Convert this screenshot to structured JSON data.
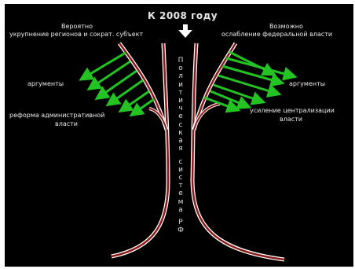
{
  "title": "К 2008 году",
  "left_heading": [
    "Вероятно",
    "укрупнение регионов и сократ. субъект"
  ],
  "right_heading": [
    "Возможно",
    "ослабление федеральной власти"
  ],
  "left_labels": {
    "arguments": "аргументы",
    "reform": [
      "реформа административной",
      "власти"
    ]
  },
  "right_labels": {
    "arguments": "аргументы",
    "strengthening": [
      "усиление централизации",
      "власти"
    ]
  },
  "trunk_text": "Политическая система РФ",
  "colors": {
    "background": "#000000",
    "branch_outline": "#8b1a1a",
    "branch_fill": "#ffffff",
    "arrow": "#22c322",
    "text": "#e6e6e6"
  },
  "icons": {
    "title_arrow": "down-arrow-icon"
  }
}
